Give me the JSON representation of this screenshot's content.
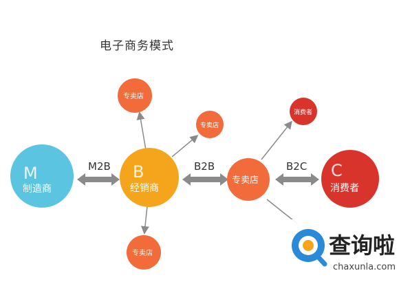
{
  "title": "电子商务模式",
  "colors": {
    "manufacturer": "#5bc4e0",
    "distributor": "#f5a51c",
    "store": "#f26b3a",
    "consumer": "#d9342b",
    "arrow": "#8a8a8a",
    "watermark_blue": "#2a8ad8"
  },
  "nodes": {
    "manufacturer": {
      "letter": "M",
      "label": "制造商"
    },
    "distributor": {
      "letter": "B",
      "label": "经销商"
    },
    "retailer": {
      "label": "专卖店"
    },
    "consumer": {
      "letter": "C",
      "label": "消费者"
    },
    "store_top": {
      "label": "专卖店"
    },
    "store_right": {
      "label": "专卖店"
    },
    "store_bottom": {
      "label": "专卖店"
    },
    "consumer_small": {
      "label": "消费者"
    }
  },
  "edges": {
    "m2b": "M2B",
    "b2b": "B2B",
    "b2c": "B2C"
  },
  "watermark": {
    "name": "查询啦",
    "url": "chaxunla.com"
  }
}
